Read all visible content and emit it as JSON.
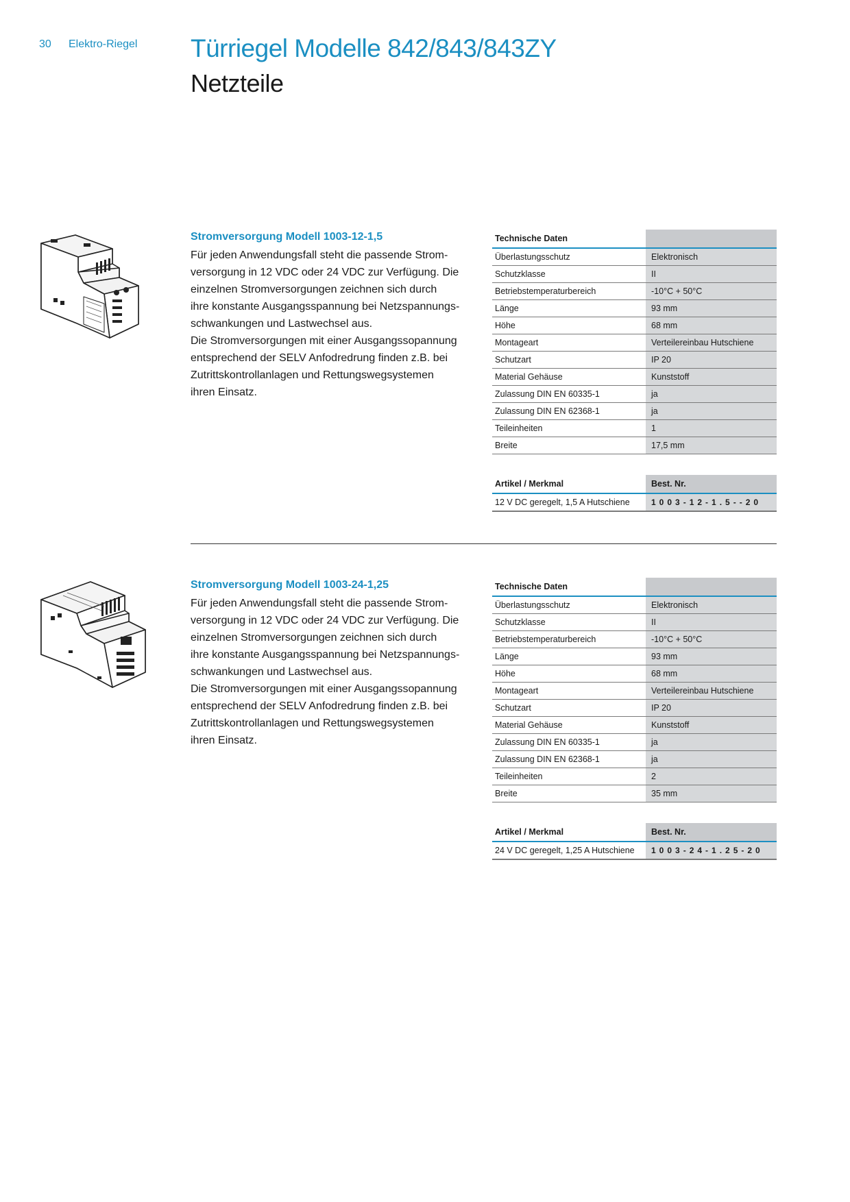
{
  "header": {
    "page_number": "30",
    "section": "Elektro-Riegel",
    "title": "Türriegel Modelle 842/843/843ZY",
    "subtitle": "Netzteile"
  },
  "products": [
    {
      "heading": "Stromversorgung Modell 1003-12-1,5",
      "description": "Für jeden Anwendungsfall steht die passende Strom-\nversorgung in 12 VDC oder 24 VDC zur Verfügung. Die\neinzelnen Stromversorgungen zeichnen sich durch\nihre konstante Ausgangsspannung bei Netzspannungs-\nschwankungen und Lastwechsel aus.\nDie Stromversorgungen mit einer Ausgangssopannung\nentsprechend der SELV Anfodredrung finden z.B. bei\nZutrittskontrollanlagen und  Rettungswegsystemen\nihren Einsatz.",
      "spec_header": "Technische Daten",
      "specs": [
        {
          "label": "Überlastungsschutz",
          "value": "Elektronisch"
        },
        {
          "label": "Schutzklasse",
          "value": "II"
        },
        {
          "label": "Betriebstemperaturbereich",
          "value": "-10°C + 50°C"
        },
        {
          "label": "Länge",
          "value": "93 mm"
        },
        {
          "label": "Höhe",
          "value": "68 mm"
        },
        {
          "label": "Montageart",
          "value": "Verteilereinbau Hutschiene"
        },
        {
          "label": "Schutzart",
          "value": "IP 20"
        },
        {
          "label": "Material Gehäuse",
          "value": "Kunststoff"
        },
        {
          "label": "Zulassung DIN EN 60335-1",
          "value": "ja"
        },
        {
          "label": "Zulassung DIN EN 62368-1",
          "value": "ja"
        },
        {
          "label": "Teileinheiten",
          "value": "1"
        },
        {
          "label": "Breite",
          "value": "17,5 mm"
        }
      ],
      "order_header_label": "Artikel / Merkmal",
      "order_header_value": "Best. Nr.",
      "order_label": "12 V DC geregelt, 1,5 A Hutschiene",
      "order_number": "1003-12-1.5--20"
    },
    {
      "heading": "Stromversorgung Modell 1003-24-1,25",
      "description": "Für jeden Anwendungsfall steht die passende Strom-\nversorgung in 12 VDC oder 24 VDC zur Verfügung. Die\neinzelnen Stromversorgungen zeichnen sich durch\nihre konstante Ausgangsspannung bei Netzspannungs-\nschwankungen und Lastwechsel aus.\nDie Stromversorgungen mit einer Ausgangssopannung\nentsprechend der SELV Anfodredrung finden z.B. bei\nZutrittskontrollanlagen und  Rettungswegsystemen\nihren Einsatz.",
      "spec_header": "Technische Daten",
      "specs": [
        {
          "label": "Überlastungsschutz",
          "value": "Elektronisch"
        },
        {
          "label": "Schutzklasse",
          "value": "II"
        },
        {
          "label": "Betriebstemperaturbereich",
          "value": "-10°C + 50°C"
        },
        {
          "label": "Länge",
          "value": "93 mm"
        },
        {
          "label": "Höhe",
          "value": "68 mm"
        },
        {
          "label": "Montageart",
          "value": "Verteilereinbau Hutschiene"
        },
        {
          "label": "Schutzart",
          "value": "IP 20"
        },
        {
          "label": "Material Gehäuse",
          "value": "Kunststoff"
        },
        {
          "label": "Zulassung DIN EN 60335-1",
          "value": "ja"
        },
        {
          "label": "Zulassung DIN EN 62368-1",
          "value": "ja"
        },
        {
          "label": "Teileinheiten",
          "value": "2"
        },
        {
          "label": "Breite",
          "value": "35 mm"
        }
      ],
      "order_header_label": "Artikel / Merkmal",
      "order_header_value": "Best. Nr.",
      "order_label": "24 V DC geregelt, 1,25 A Hutschiene",
      "order_number": "1003-24-1.25-20"
    }
  ],
  "colors": {
    "accent": "#1b8fc2",
    "table_fill": "#d6d8da"
  }
}
